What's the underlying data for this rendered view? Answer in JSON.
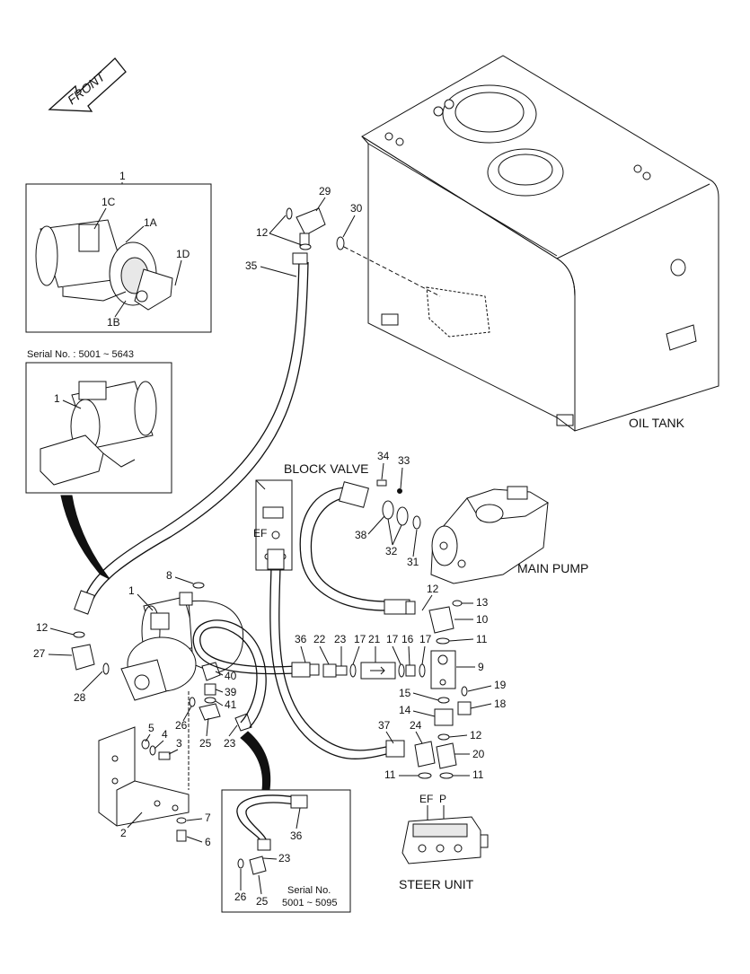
{
  "front_arrow": {
    "text": "FRONT"
  },
  "boxes": {
    "pump_unit": {
      "title": "1",
      "parts": [
        "1C",
        "1A",
        "1D",
        "1B"
      ]
    },
    "serial_a": {
      "caption": "Serial No. : 5001 ~ 5643",
      "part": "1"
    },
    "serial_b": {
      "caption_line1": "Serial No.",
      "caption_line2": "5001 ~ 5095",
      "parts": [
        "36",
        "23",
        "26",
        "25"
      ]
    }
  },
  "components": {
    "oil_tank": "OIL TANK",
    "block_valve": "BLOCK VALVE",
    "block_valve_port": "EF",
    "main_pump": "MAIN PUMP",
    "steer_unit": "STEER UNIT",
    "steer_ports": [
      "EF",
      "P"
    ]
  },
  "callouts": {
    "c29": "29",
    "c30": "30",
    "c12a": "12",
    "c35": "35",
    "c34": "34",
    "c33": "33",
    "c38": "38",
    "c32": "32",
    "c31": "31",
    "c8": "8",
    "c1": "1",
    "c12b": "12",
    "c27": "27",
    "c28": "28",
    "c40": "40",
    "c39": "39",
    "c41": "41",
    "c26": "26",
    "c25": "25",
    "c23": "23",
    "c5": "5",
    "c4": "4",
    "c3": "3",
    "c2": "2",
    "c7": "7",
    "c6": "6",
    "c36": "36",
    "c22": "22",
    "c23b": "23",
    "c17a": "17",
    "c21": "21",
    "c17b": "17",
    "c16": "16",
    "c17c": "17",
    "c12c": "12",
    "c13": "13",
    "c10": "10",
    "c11a": "11",
    "c9": "9",
    "c15": "15",
    "c19": "19",
    "c18": "18",
    "c14": "14",
    "c12d": "12",
    "c37": "37",
    "c24": "24",
    "c20": "20",
    "c11b": "11",
    "c11c": "11"
  }
}
